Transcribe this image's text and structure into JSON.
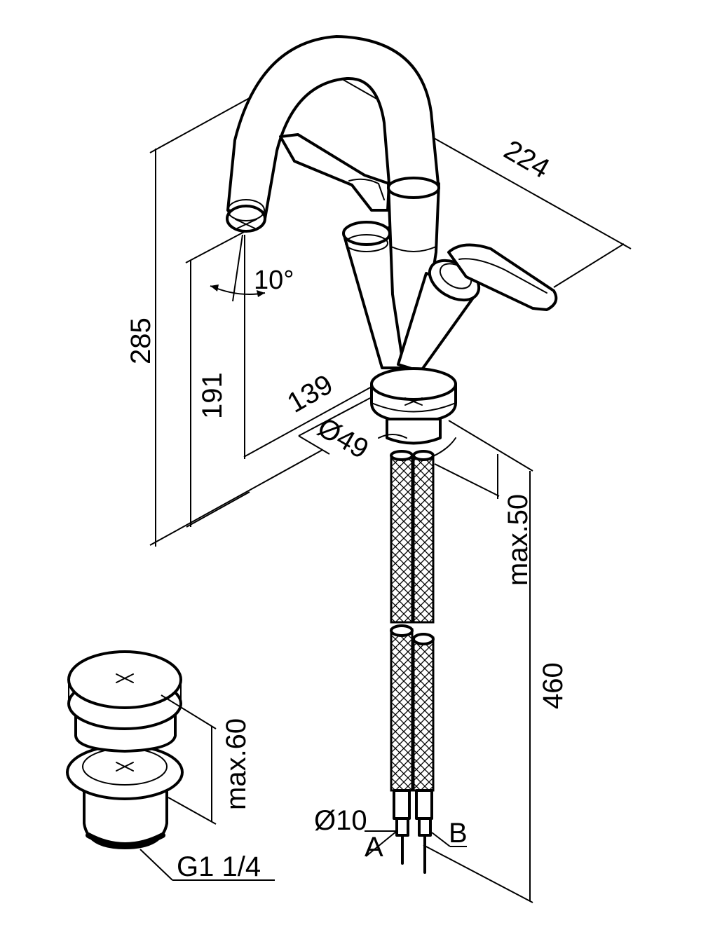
{
  "drawing": {
    "dimensions": {
      "reach": "224",
      "total_height": "285",
      "spout_height": "191",
      "base_depth": "139",
      "base_diameter": "Ø49",
      "swivel_angle": "10°",
      "max_deck_thickness": "max.50",
      "hose_length": "460",
      "hose_diameter": "Ø10",
      "waste_height": "max.60",
      "waste_thread": "G1 1/4"
    },
    "hose_labels": {
      "a": "A",
      "b": "B"
    }
  }
}
